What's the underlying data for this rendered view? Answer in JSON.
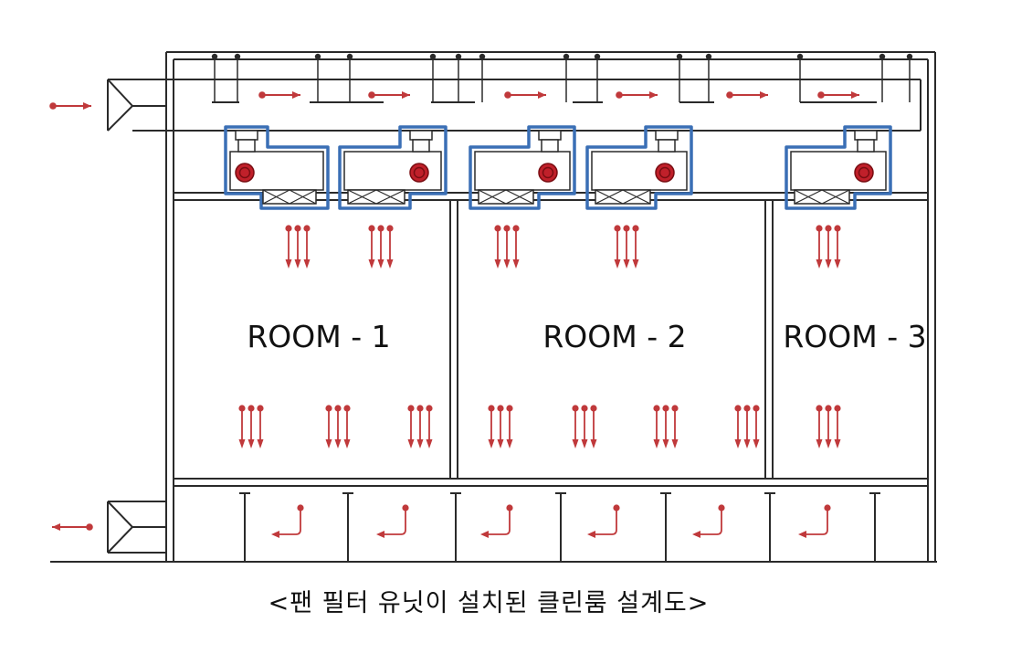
{
  "rooms": [
    {
      "label": "ROOM - 1"
    },
    {
      "label": "ROOM - 2"
    },
    {
      "label": "ROOM - 3"
    }
  ],
  "fan_filter_units": 5,
  "caption": "<팬 필터 유닛이 설치된 클린룸 설계도>",
  "colors": {
    "line": "#2a2a2a",
    "airflow_arrow": "#c0393b",
    "unit_outline": "#3a6fb5",
    "fan_motor": "#c0202a"
  },
  "icons": {
    "supply_air": "arrow-right-icon",
    "exhaust_air": "arrow-left-icon",
    "downflow": "arrow-down-icon",
    "return_air": "corner-arrow-icon",
    "fan_motor": "fan-icon",
    "hepa_filter": "filter-icon"
  }
}
